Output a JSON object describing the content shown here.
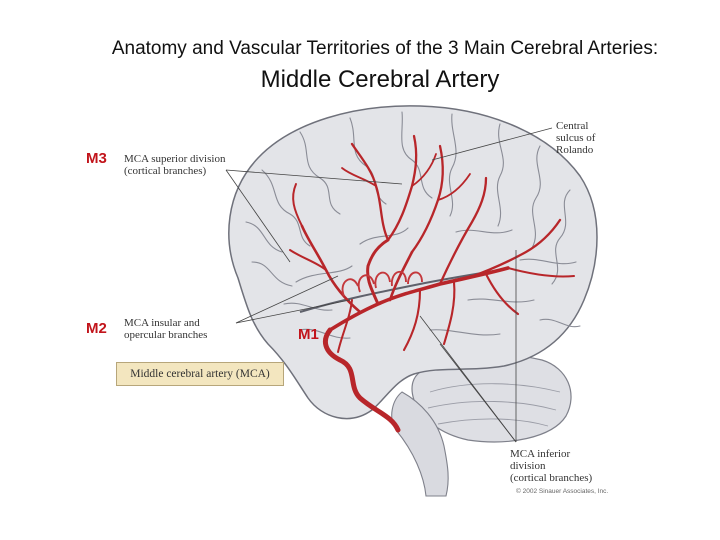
{
  "title": {
    "line1": "Anatomy and Vascular Territories of the 3 Main Cerebral Arteries:",
    "line2": "Middle Cerebral Artery"
  },
  "segments": {
    "m3": "M3",
    "m2": "M2",
    "m1": "M1"
  },
  "labels": {
    "superior_division": [
      "MCA superior division",
      "(cortical branches)"
    ],
    "insular_opercular": [
      "MCA insular and",
      "opercular branches"
    ],
    "central_sulcus": [
      "Central",
      "sulcus of",
      "Rolando"
    ],
    "inferior_division": [
      "MCA inferior",
      "division",
      "(cortical branches)"
    ],
    "mca_box": "Middle cerebral artery (MCA)"
  },
  "copyright": "© 2002 Sinauer Associates, Inc.",
  "colors": {
    "segment_label": "#c2141b",
    "artery": "#b8262a",
    "brain": "#e3e4e8",
    "gyrus_line": "#8a8c96",
    "label_box": "#f3e6bf"
  }
}
